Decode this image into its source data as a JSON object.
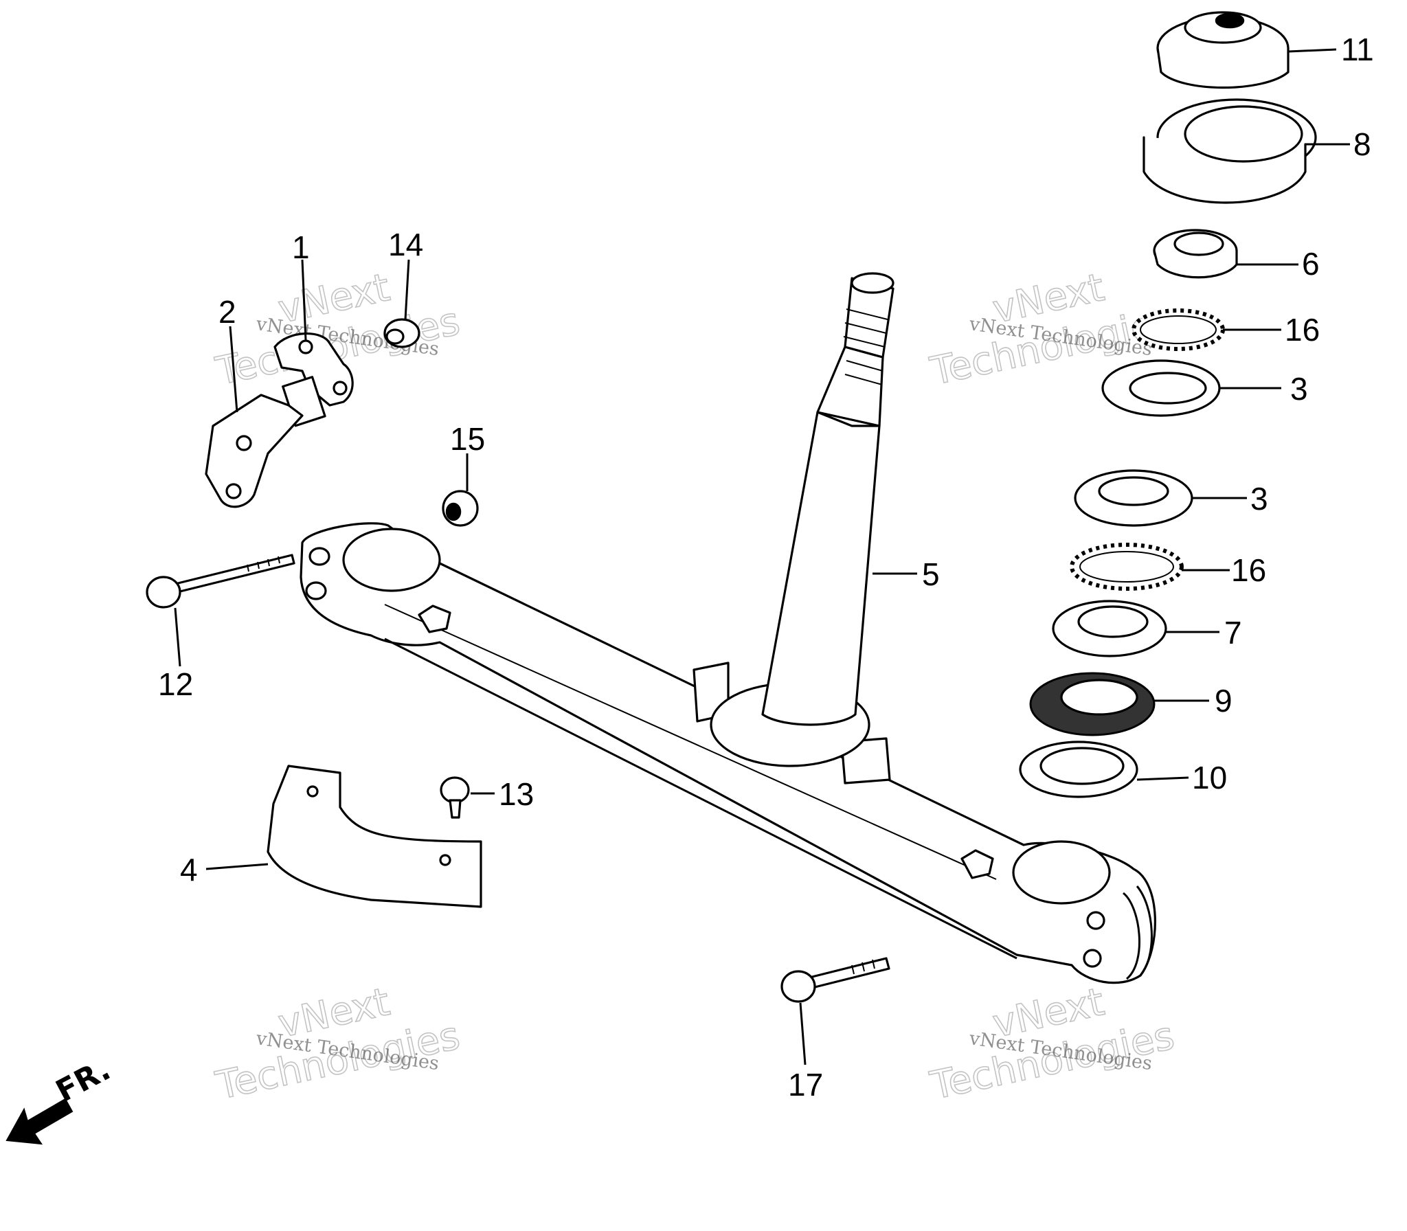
{
  "callouts": {
    "c1": "1",
    "c2": "2",
    "c3a": "3",
    "c3b": "3",
    "c4": "4",
    "c5": "5",
    "c6": "6",
    "c7": "7",
    "c8": "8",
    "c9": "9",
    "c10": "10",
    "c11": "11",
    "c12": "12",
    "c13": "13",
    "c14": "14",
    "c15": "15",
    "c16a": "16",
    "c16b": "16",
    "c17": "17"
  },
  "watermark": {
    "line1": "vNext",
    "line2": "Technologies",
    "small": "vNext Technologies"
  },
  "direction": {
    "label": "FR."
  }
}
